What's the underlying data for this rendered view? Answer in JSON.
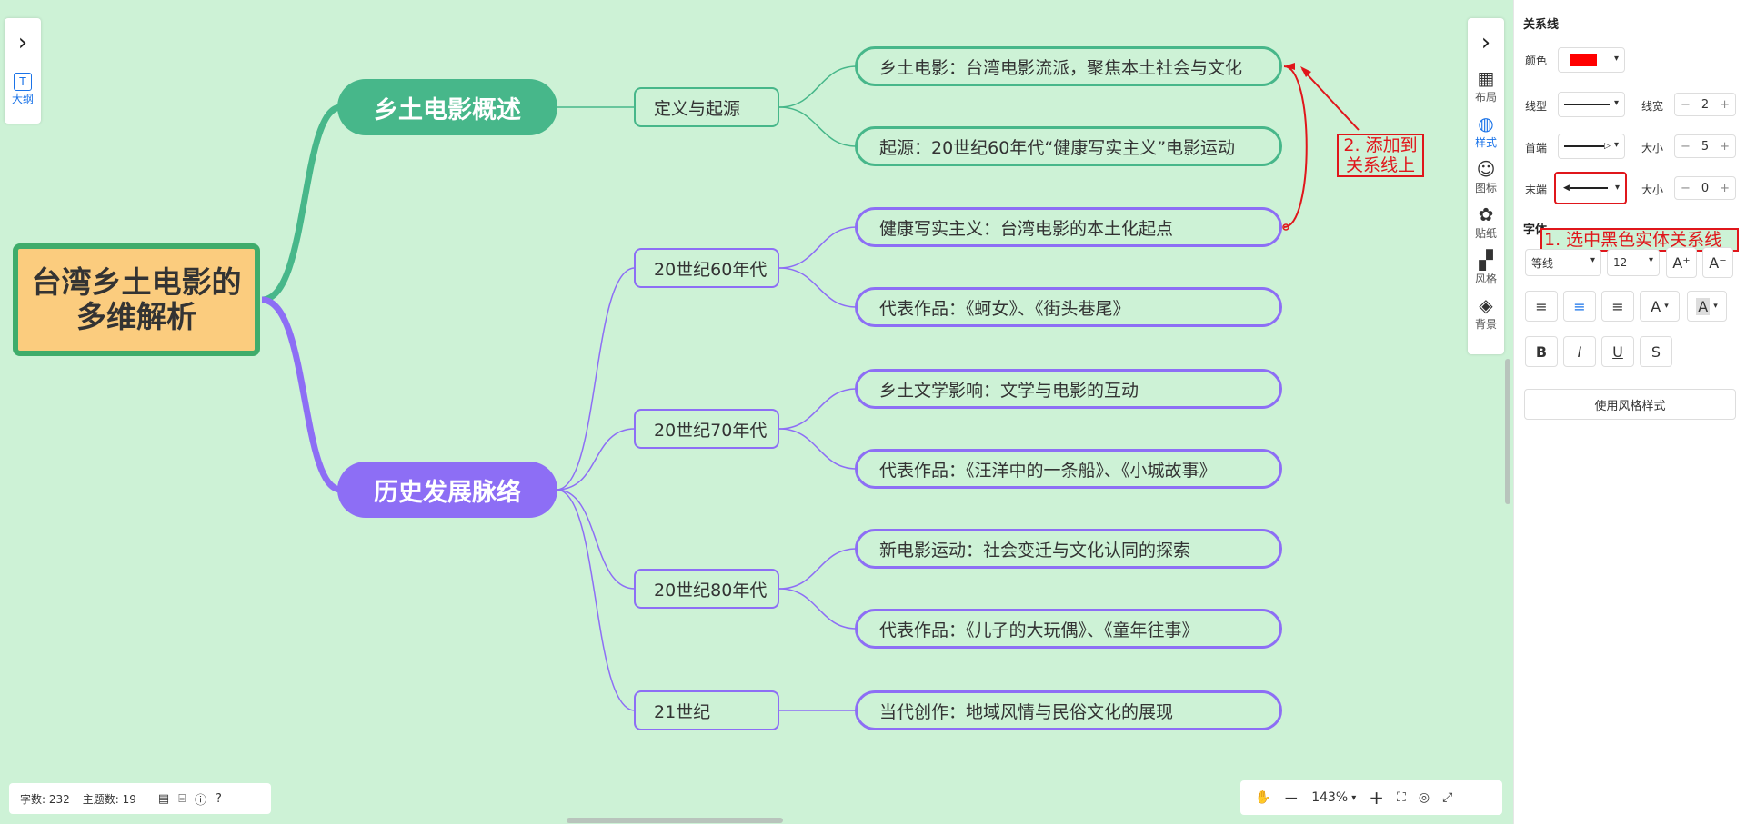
{
  "mindmap": {
    "root": "台湾乡土电影的多维解析",
    "main_overview": "乡土电影概述",
    "main_history": "历史发展脉络",
    "sub": {
      "definition": "定义与起源",
      "s60": "20世纪60年代",
      "s70": "20世纪70年代",
      "s80": "20世纪80年代",
      "s21": "21世纪"
    },
    "leaves": [
      "乡土电影：台湾电影流派，聚焦本土社会与文化",
      "起源：20世纪60年代“健康写实主义”电影运动",
      "健康写实主义：台湾电影的本土化起点",
      "代表作品：《蚵女》、《街头巷尾》",
      "乡土文学影响：文学与电影的互动",
      "代表作品：《汪洋中的一条船》、《小城故事》",
      "新电影运动：社会变迁与文化认同的探索",
      "代表作品：《儿子的大玩偶》、《童年往事》",
      "当代创作：地域风情与民俗文化的展现"
    ]
  },
  "annotations": {
    "step2": "2. 添加到\n关系线上",
    "step1": "1. 选中黑色实体关系线"
  },
  "left_panel": {
    "outline_label": "大纲",
    "outline_icon": "T"
  },
  "toolbar": [
    {
      "icon": "layout-icon",
      "glyph": "▦",
      "label": "布局"
    },
    {
      "icon": "palette-icon",
      "glyph": "◍",
      "label": "样式"
    },
    {
      "icon": "smile-icon",
      "glyph": "☺",
      "label": "图标"
    },
    {
      "icon": "flower-icon",
      "glyph": "✿",
      "label": "贴纸"
    },
    {
      "icon": "grid-icon",
      "glyph": "▞",
      "label": "风格"
    },
    {
      "icon": "layers-icon",
      "glyph": "◈",
      "label": "背景"
    }
  ],
  "status": {
    "word_count": "字数: 232",
    "topic_count": "主题数: 19"
  },
  "zoom": {
    "level": "143%"
  },
  "sidebar": {
    "title": "关系线",
    "color_label": "颜色",
    "color_value": "#ff0000",
    "line_type_label": "线型",
    "line_width_label": "线宽",
    "line_width_value": "2",
    "head_label": "首端",
    "head_size_label": "大小",
    "head_size_value": "5",
    "tail_label": "末端",
    "tail_size_label": "大小",
    "tail_size_value": "0",
    "font_title": "字体",
    "font_family": "等线",
    "font_size": "12",
    "font_increase": "A⁺",
    "font_decrease": "A⁻",
    "font_color_letter": "A",
    "highlight_letter": "A",
    "bold": "B",
    "italic": "I",
    "underline": "U",
    "strike": "S",
    "use_style_button": "使用风格样式"
  },
  "colors": {
    "green_branch": "#47b78a",
    "purple_branch": "#8d6ef5",
    "root_fill": "#fbcc7e",
    "root_border": "#3fac6b",
    "relation_line": "#e0161b",
    "canvas_bg": "#cdf2d6"
  }
}
